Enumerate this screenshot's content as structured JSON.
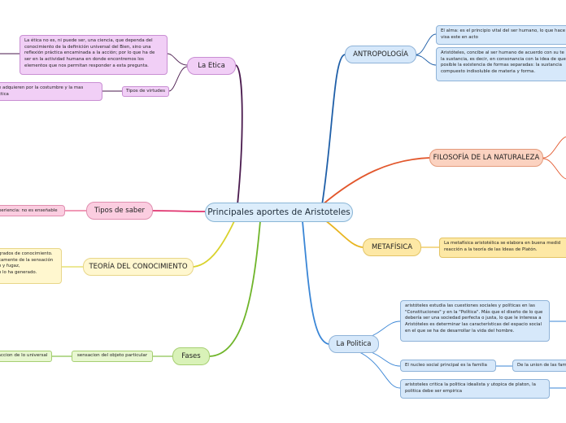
{
  "center": "Principales aportes de Aristoteles",
  "colors": {
    "etica": "#4a1a4e",
    "antropologia": "#1f5fa8",
    "filosofia": "#e2572c",
    "metafisica": "#e8b520",
    "saber": "#e0336e",
    "conocimiento": "#d9d22c",
    "fases": "#6fb52a",
    "politica": "#3a86d6"
  },
  "etica": {
    "title": "La Etica",
    "note": "La ética no es, ni puede ser, una ciencia, que dependa del conocimiento de la definición universal del Bien, sino una reflexión práctica encaminada a la acción; por lo que ha de ser en la actividad humana en donde encontremos los elementos que nos permitan responder a esta pregunta.",
    "virtudes_label": "Tipos de virtudes",
    "virtudes_note": "e adquieren por la costumbre y la mas\nctica"
  },
  "antropologia": {
    "title": "ANTROPOLOGÍA",
    "note1": "El alma: es el principio vital del ser humano, lo que hace\nvisa este en acto",
    "note2": "Aristóteles, concibe al ser humano de acuerdo con su te\nla sustancia, es decir, en consonancia con la idea de que\nposible la existencia de formas separadas: la sustancia\ncompuesto indisoluble de materia y forma."
  },
  "filosofia": {
    "title": "FILOSOFÍA DE LA NATURALEZA"
  },
  "metafisica": {
    "title": "METAFÍSICA",
    "note": "La metafísica aristotélica se elabora en buena medid\nreacción a la teoría de las Ideas de Platón."
  },
  "saber": {
    "title": "Tipos de saber",
    "note": "periencia: no es enseñable"
  },
  "conocimiento": {
    "title": "TEORÍA DEL CONOCIMIENTO",
    "note": "grados de conocimiento.\ncamente de la sensación\no y fugaz,\no lo ha generado."
  },
  "fases": {
    "title": "Fases",
    "step": "sensacion del objeto particular",
    "step2": "accion de lo universal"
  },
  "politica": {
    "title": "La Politica",
    "note1": "aristóteles estudia las cuestiones sociales y políticas en las \"Constituciones\" y en la \"Política\". Más que el diseño de lo que debería ser una sociedad perfecta o justa, lo que le interesa a Aristóteles es determinar las características del espacio social en el que se ha de desarrollar la vida del hombre.",
    "note2": "El nucleo social principal es la familia",
    "note2b": "De la union de las fam",
    "note3": "aristoteles critica la politica idealista y utopica de platon, la politica debe ser empirica"
  }
}
